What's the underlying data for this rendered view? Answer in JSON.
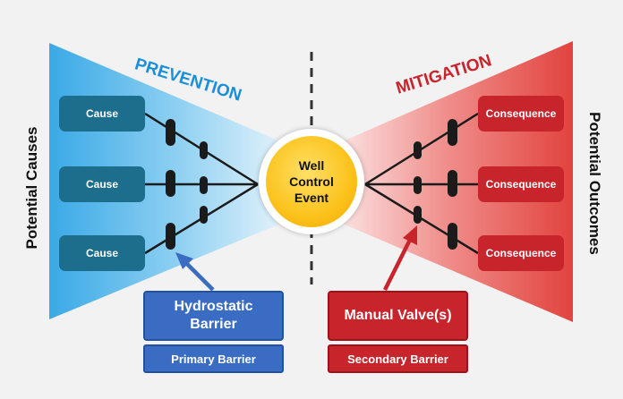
{
  "diagram": {
    "phases": {
      "left": "PREVENTION",
      "right": "MITIGATION"
    },
    "side_labels": {
      "left": "Potential Causes",
      "right": "Potential Outcomes"
    },
    "causes": [
      "Cause",
      "Cause",
      "Cause"
    ],
    "consequences": [
      "Consequence",
      "Consequence",
      "Consequence"
    ],
    "center_event": {
      "line1": "Well",
      "line2": "Control",
      "line3": "Event"
    },
    "primary": {
      "line1": "Hydrostatic",
      "line2": "Barrier",
      "caption": "Primary Barrier"
    },
    "secondary": {
      "title": "Manual Valve(s)",
      "caption": "Secondary Barrier"
    },
    "colors": {
      "prevention": "#1a8ed8",
      "mitigation": "#c8242c",
      "cause_box": "#1d6d8c",
      "consequence_box": "#c8242c",
      "primary_box": "#3a6cc4",
      "event": "#fbc21b"
    }
  }
}
